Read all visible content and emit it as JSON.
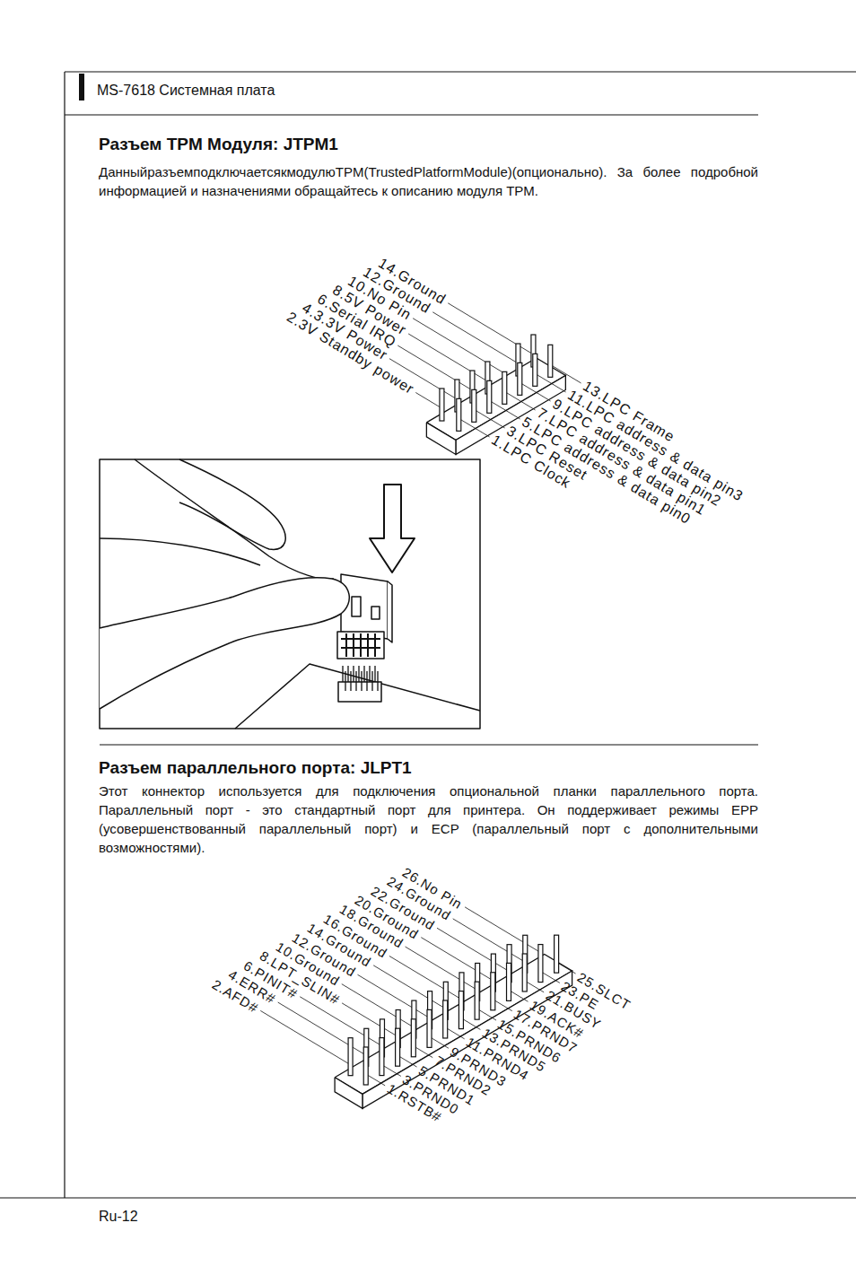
{
  "diagram": {
    "labels": [
      "MS-7618 Системная плата",
      "Разъем TPM Модуля: JTPM1",
      "ДанныйразъемподключаетсякмодулюTPM(TrustedPlatformModule)(опционально). За более подробной информацией и назначениями обращайтесь к описанию модуля TPM.",
      "14.Ground",
      "12.Ground",
      "10.No Pin",
      "8.5V Power",
      "6.Serial IRQ",
      "4.3.3V Power",
      "2.3V Standby power",
      "13.LPC Frame",
      "11.LPC address & data pin3",
      "9.LPC address & data pin2",
      "7.LPC address & data pin1",
      "5.LPC address & data pin0",
      "3.LPC Reset",
      "1.LPC Clock",
      "Разъем параллельного порта: JLPT1",
      "Этот коннектор используется для подключения опциональной планки параллельного порта. Параллельный порт - это стандартный порт для принтера. Он поддерживает режимы EPP (усовершенствованный параллельный порт) и ECP (параллельный порт с дополнительными возможностями).",
      "26.No Pin",
      "24.Ground",
      "22.Ground",
      "20.Ground",
      "18.Ground",
      "16.Ground",
      "14.Ground",
      "12.Ground",
      "10.Ground",
      "8.LPT_SLIN#",
      "6.PINIT#",
      "4.ERR#",
      "2.AFD#",
      "25.SLCT",
      "23.PE",
      "21.BUSY",
      "19.ACK#",
      "17.PRND7",
      "15.PRND6",
      "13.PRND5",
      "11.PRND4",
      "9.PRND3",
      "7.PRND2",
      "5.PRND1",
      "3.PRND0",
      "1.RSTB#",
      "Ru-12"
    ]
  }
}
